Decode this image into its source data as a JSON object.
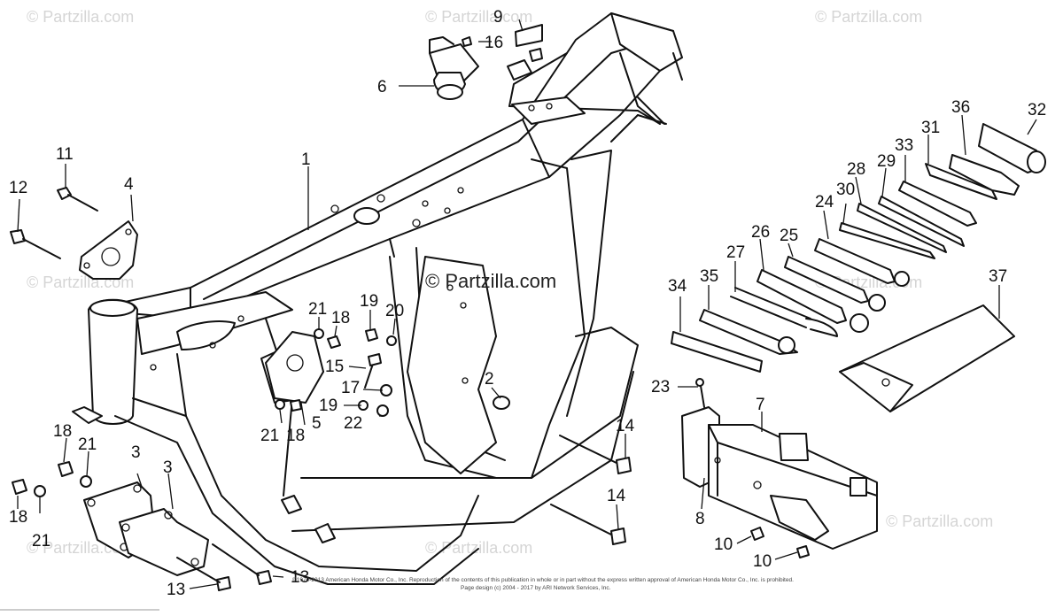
{
  "watermark": {
    "main": "© Partzilla.com",
    "faint": "© Partzilla.com"
  },
  "footer": {
    "line1": "©1970-2013 American Honda Motor Co., Inc. Reproduction of the contents of this publication in whole or in part without the express written approval of American Honda Motor Co., Inc. is prohibited.",
    "line2": "Page design (c) 2004 - 2017 by ARI Network Services, Inc."
  },
  "callouts": [
    "1",
    "2",
    "3",
    "3",
    "4",
    "5",
    "6",
    "7",
    "8",
    "9",
    "10",
    "10",
    "11",
    "12",
    "13",
    "13",
    "14",
    "14",
    "15",
    "16",
    "17",
    "18",
    "18",
    "18",
    "19",
    "19",
    "20",
    "21",
    "21",
    "21",
    "21",
    "22",
    "23",
    "24",
    "25",
    "26",
    "27",
    "28",
    "29",
    "30",
    "31",
    "32",
    "33",
    "34",
    "35",
    "36",
    "37"
  ]
}
